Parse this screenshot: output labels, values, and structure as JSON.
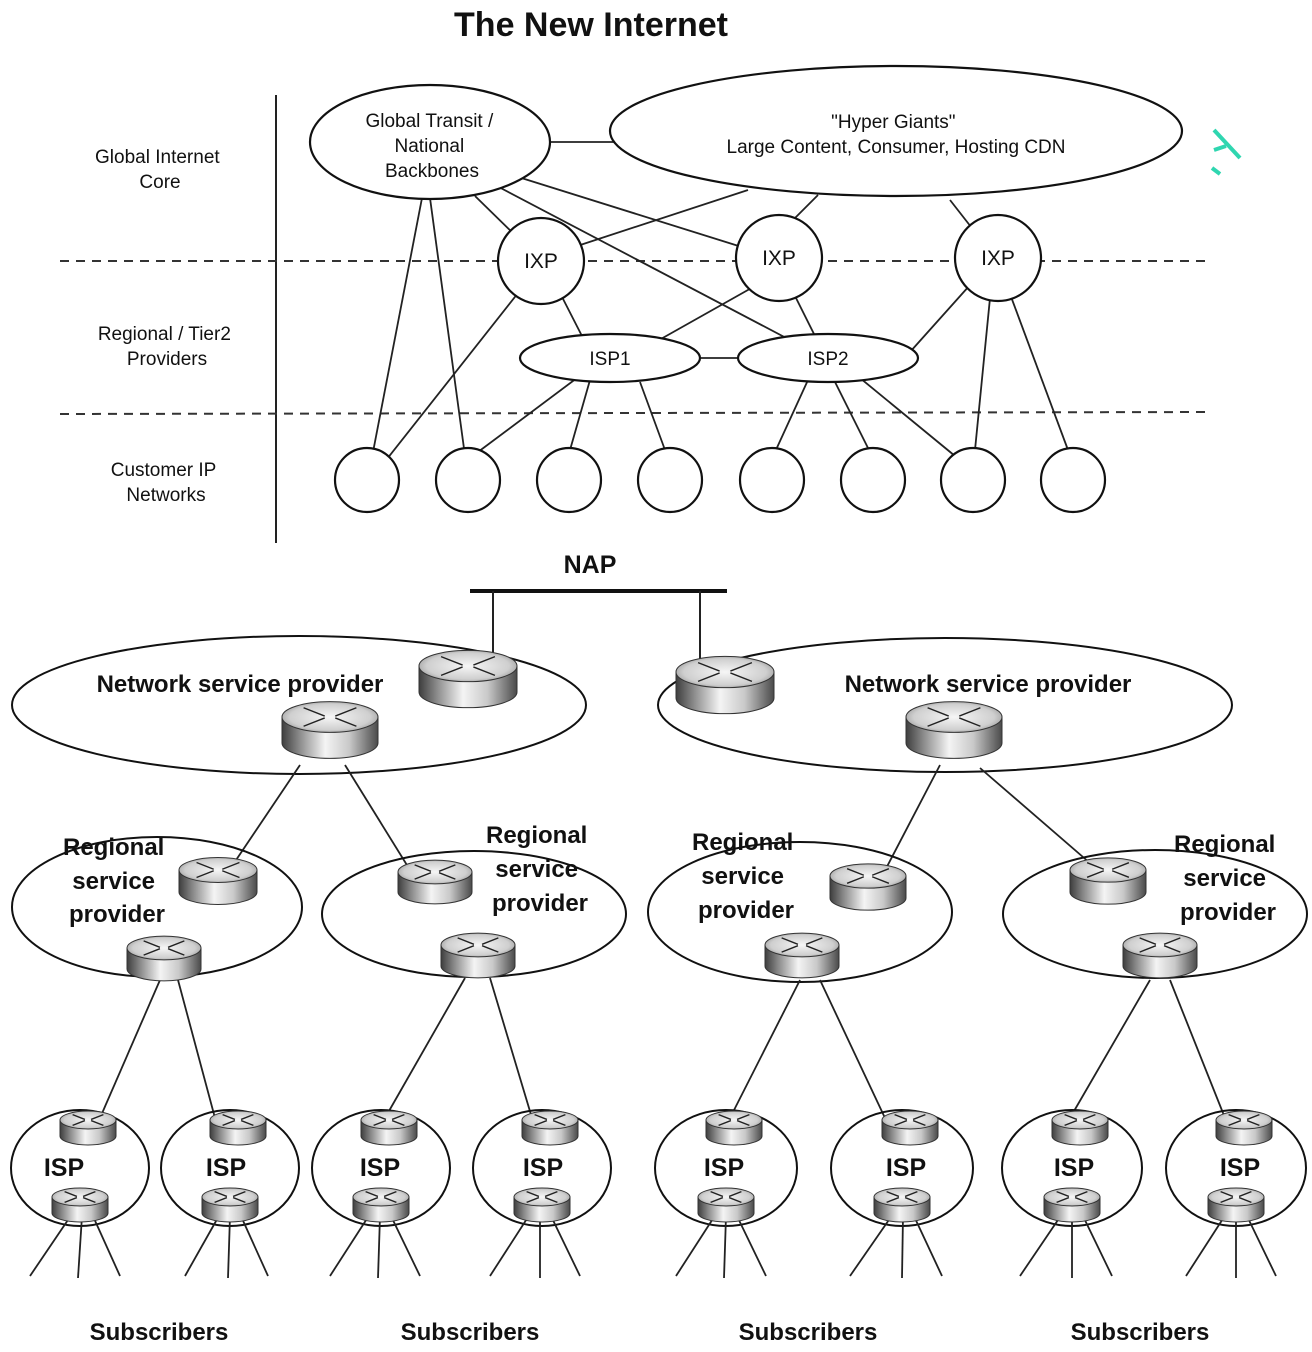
{
  "top": {
    "title": "The New Internet",
    "tiers": {
      "core": [
        "Global Internet",
        "Core"
      ],
      "regional": [
        "Regional / Tier2",
        "Providers"
      ],
      "customer": [
        "Customer IP",
        "Networks"
      ]
    },
    "global_transit": [
      "Global Transit /",
      "National",
      "Backbones"
    ],
    "hyper_giants": [
      "\"Hyper Giants\"",
      "Large Content, Consumer, Hosting CDN"
    ],
    "ixp_label": "IXP",
    "isp1": "ISP1",
    "isp2": "ISP2"
  },
  "bottom": {
    "nap": "NAP",
    "nsp": "Network service provider",
    "rsp": [
      "Regional",
      "service",
      "provider"
    ],
    "isp": "ISP",
    "subscribers": "Subscribers"
  },
  "colors": {
    "line": "#222222",
    "router_dark": "#4a4a4a",
    "router_light": "#f2f2f2",
    "accent_mark": "#2fd6b0"
  }
}
